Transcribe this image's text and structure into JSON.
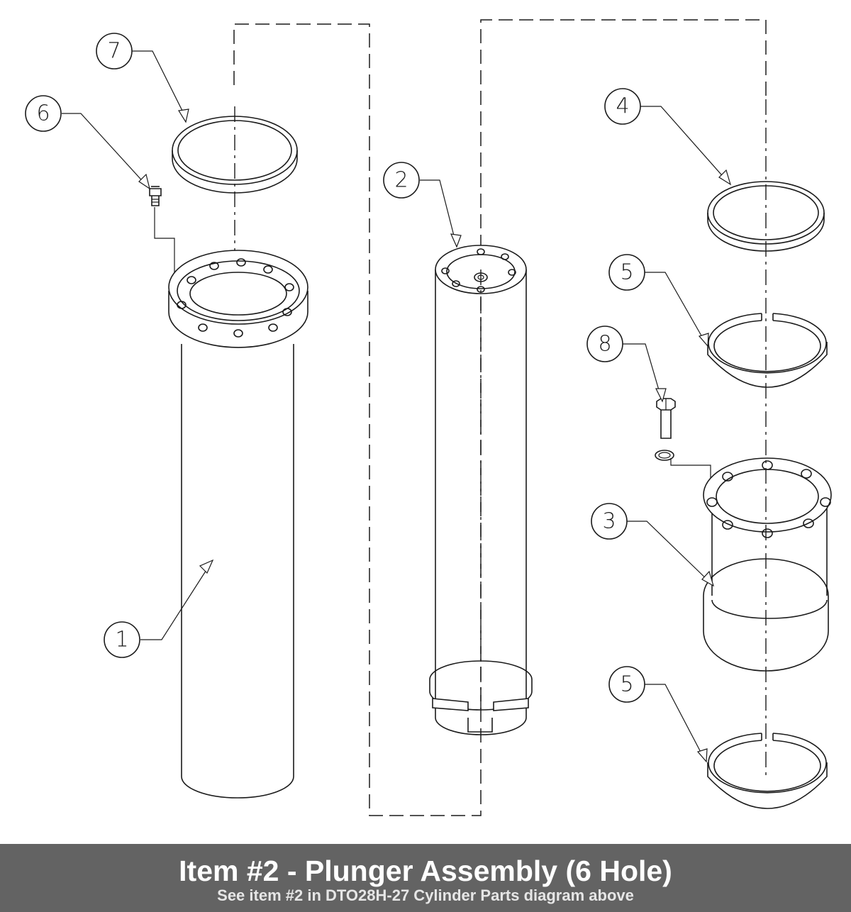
{
  "callouts": [
    {
      "id": "callout-7",
      "label": "7"
    },
    {
      "id": "callout-6",
      "label": "6"
    },
    {
      "id": "callout-2",
      "label": "2"
    },
    {
      "id": "callout-4",
      "label": "4"
    },
    {
      "id": "callout-5a",
      "label": "5"
    },
    {
      "id": "callout-8",
      "label": "8"
    },
    {
      "id": "callout-3",
      "label": "3"
    },
    {
      "id": "callout-1",
      "label": "1"
    },
    {
      "id": "callout-5b",
      "label": "5"
    }
  ],
  "caption": {
    "title": "Item #2 - Plunger Assembly (6 Hole)",
    "subtitle": "See item #2 in DTO28H-27 Cylinder Parts diagram above"
  }
}
